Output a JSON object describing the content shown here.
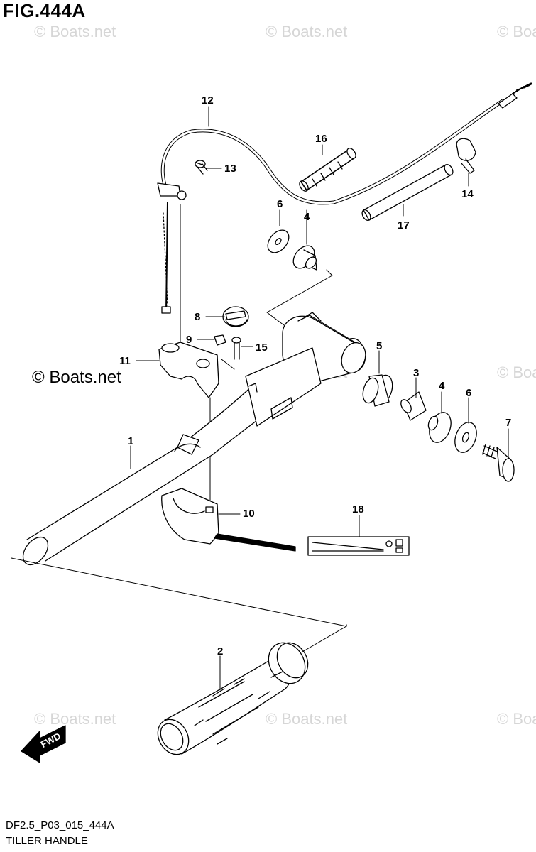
{
  "figure": {
    "title": "FIG.444A",
    "code": "DF2.5_P03_015_444A",
    "caption": "TILLER HANDLE"
  },
  "watermark": {
    "faint_text": "© Boats.net",
    "strong_text": "© Boats.net",
    "color": "#d6d6d6"
  },
  "fwd_badge": {
    "label": "FWD"
  },
  "callouts": [
    "1",
    "2",
    "3",
    "4",
    "4",
    "5",
    "6",
    "6",
    "7",
    "8",
    "9",
    "10",
    "11",
    "12",
    "13",
    "14",
    "15",
    "16",
    "17",
    "18"
  ]
}
